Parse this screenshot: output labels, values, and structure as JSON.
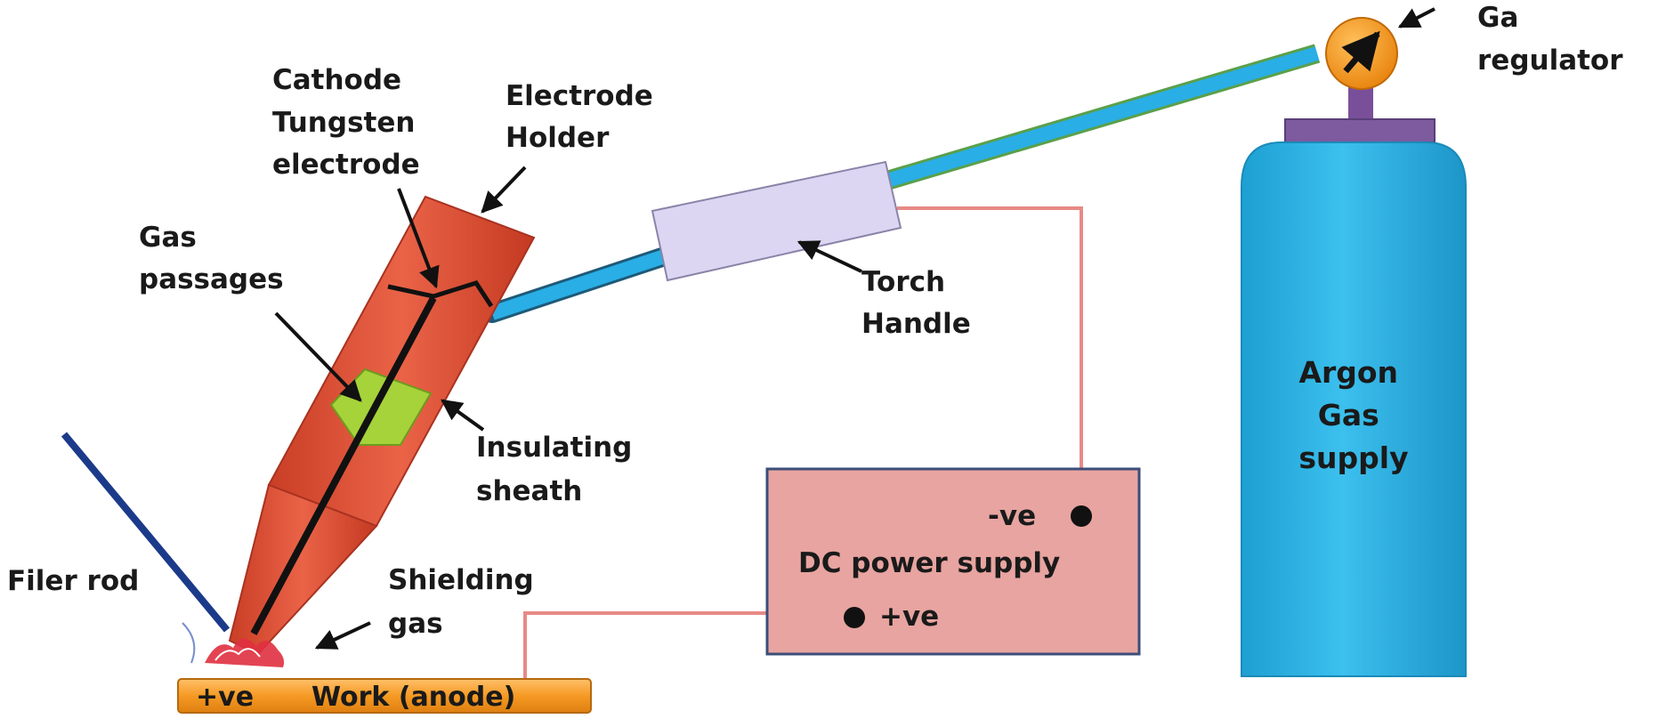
{
  "labels": {
    "cathode": [
      "Cathode",
      "Tungsten",
      "electrode"
    ],
    "electrode_holder": [
      "Electrode",
      "Holder"
    ],
    "gas_passages": [
      "Gas",
      "passages"
    ],
    "torch_handle": [
      "Torch",
      "Handle"
    ],
    "gas_regulator": [
      "Ga",
      "regulator"
    ],
    "argon": [
      "Argon",
      "Gas",
      "supply"
    ],
    "insulating_sheath": [
      "Insulating",
      "sheath"
    ],
    "filler_rod": "Filer rod",
    "shielding_gas": [
      "Shielding",
      "gas"
    ],
    "power_supply": "DC power supply",
    "negative_terminal": "-ve",
    "positive_terminal": "+ve",
    "work_polarity": "+ve",
    "work": "Work (anode)"
  },
  "colors": {
    "torch_body": "#e0553a",
    "hose": "#29aee6",
    "cylinder": "#2fb3e3",
    "regulator": "#f39a1e",
    "power_box": "#e8a4a0",
    "cable": "#e88a86",
    "work": "#f59a24",
    "insert": "#9acd32",
    "handle": "#ddd6f3"
  }
}
